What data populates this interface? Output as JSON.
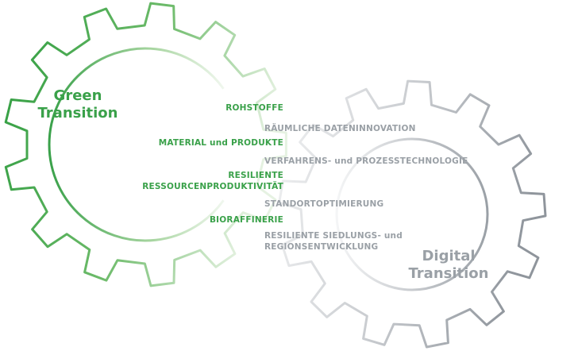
{
  "green_gear": {
    "title_line1": "Green",
    "title_line2": "Transition",
    "color": "#3aa14a",
    "items": [
      "ROHSTOFFE",
      "MATERIAL und PRODUKTE",
      "RESILIENTE",
      "RESSOURCENPRODUKTIVITÄT",
      "BIORAFFINERIE"
    ]
  },
  "digital_gear": {
    "title_line1": "Digital",
    "title_line2": "Transition",
    "color": "#9aa0a6",
    "items": [
      "RÄUMLICHE DATENINNOVATION",
      "VERFAHRENS- und PROZESSTECHNOLOGIE",
      "STANDORTOPTIMIERUNG",
      "RESILIENTE SIEDLUNGS- und",
      "REGIONSENTWICKLUNG"
    ]
  }
}
